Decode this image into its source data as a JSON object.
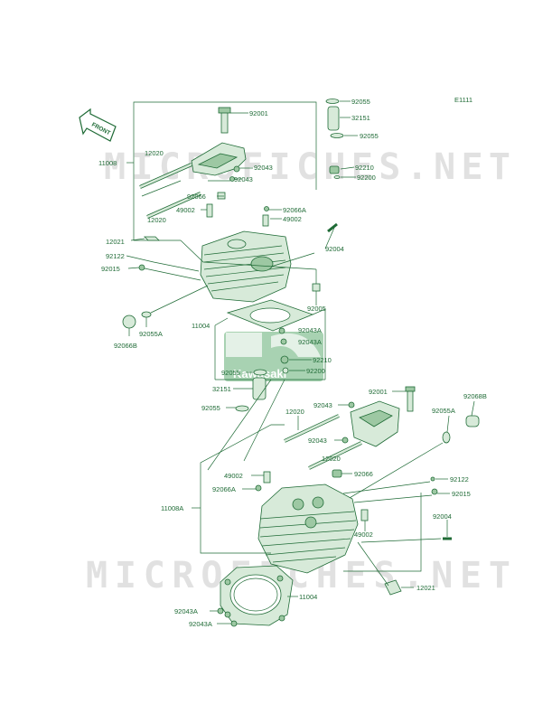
{
  "diagram_code": "E1111",
  "front_label": "FRONT",
  "watermark": "MICROFICHES.NET",
  "brand_logo": "Kawasaki",
  "parts": {
    "p92001_top": "92001",
    "p92055_a": "92055",
    "p32151_top": "32151",
    "p92055_b": "92055",
    "p11008": "11008",
    "p12020_a": "12020",
    "p92043_a": "92043",
    "p92043_b": "92043",
    "p92210_top": "92210",
    "p92200_top": "92200",
    "p92066_top": "92066",
    "p49002_top": "49002",
    "p92066A_top": "92066A",
    "p49002_b": "49002",
    "p12020_b": "12020",
    "p12021_top": "12021",
    "p92004_top": "92004",
    "p92122_top": "92122",
    "p92015_top": "92015",
    "p92005": "92005",
    "p11004_top": "11004",
    "p92055A_top": "92055A",
    "p92066B_top": "92066B",
    "p92043A_a": "92043A",
    "p92043A_b": "92043A",
    "p92210_mid": "92210",
    "p92055_c": "92055",
    "p92200_mid": "92200",
    "p32151_mid": "32151",
    "p92001_mid": "92001",
    "p92043_c": "92043",
    "p92068B": "92068B",
    "p92055_d": "92055",
    "p12020_c": "12020",
    "p92055A_mid": "92055A",
    "p92043_d": "92043",
    "p12020_d": "12020",
    "p49002_c": "49002",
    "p92066_mid": "92066",
    "p92122_mid": "92122",
    "p92066A_mid": "92066A",
    "p92015_mid": "92015",
    "p11008A": "11008A",
    "p92004_mid": "92004",
    "p49002_d": "49002",
    "p11004_bot": "11004",
    "p12021_bot": "12021",
    "p92043A_c": "92043A",
    "p92043A_d": "92043A"
  }
}
